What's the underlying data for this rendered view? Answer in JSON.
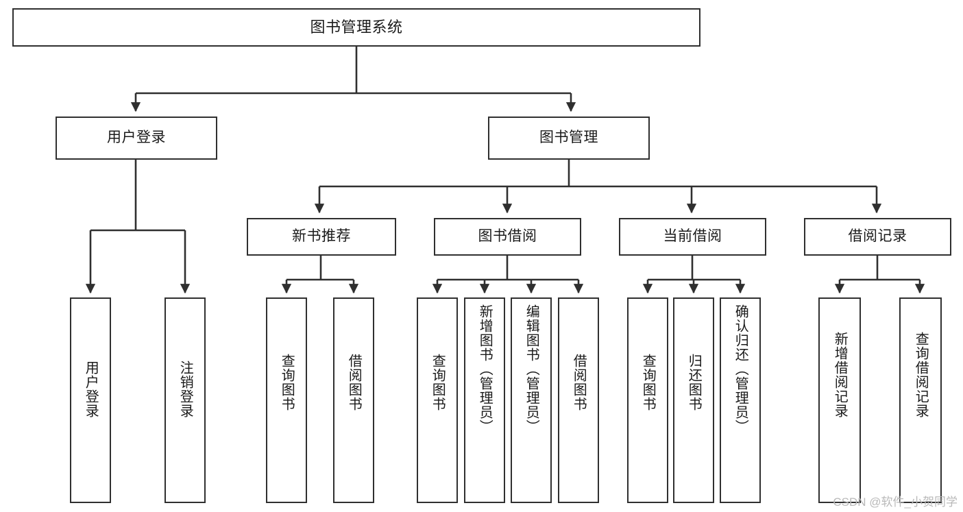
{
  "diagram": {
    "type": "tree-hierarchy",
    "title": "图书管理系统",
    "orientation": "top-down",
    "colors": {
      "stroke": "#2f2f2f",
      "fill": "#ffffff",
      "text": "#1a1a1a",
      "watermark": "#b9b9b9"
    },
    "levels": {
      "root": {
        "label": "图书管理系统"
      },
      "level2": [
        {
          "id": "user-login",
          "label": "用户登录"
        },
        {
          "id": "book-management",
          "label": "图书管理"
        }
      ],
      "level3": [
        {
          "id": "new-book-recommend",
          "label": "新书推荐",
          "parent": "book-management"
        },
        {
          "id": "book-borrow",
          "label": "图书借阅",
          "parent": "book-management"
        },
        {
          "id": "current-borrow",
          "label": "当前借阅",
          "parent": "book-management"
        },
        {
          "id": "borrow-record",
          "label": "借阅记录",
          "parent": "book-management"
        }
      ],
      "leaves": [
        {
          "id": "leaf-user-login",
          "label": "用户登录",
          "parent": "user-login"
        },
        {
          "id": "leaf-logout",
          "label": "注销登录",
          "parent": "user-login"
        },
        {
          "id": "leaf-query-book-1",
          "label": "查询图书",
          "parent": "new-book-recommend"
        },
        {
          "id": "leaf-borrow-book-1",
          "label": "借阅图书",
          "parent": "new-book-recommend"
        },
        {
          "id": "leaf-query-book-2",
          "label": "查询图书",
          "parent": "book-borrow"
        },
        {
          "id": "leaf-add-book",
          "label": "新增图书（管理员）",
          "parent": "book-borrow"
        },
        {
          "id": "leaf-edit-book",
          "label": "编辑图书（管理员）",
          "parent": "book-borrow"
        },
        {
          "id": "leaf-borrow-book-2",
          "label": "借阅图书",
          "parent": "book-borrow"
        },
        {
          "id": "leaf-query-book-3",
          "label": "查询图书",
          "parent": "current-borrow"
        },
        {
          "id": "leaf-return-book",
          "label": "归还图书",
          "parent": "current-borrow"
        },
        {
          "id": "leaf-confirm-return",
          "label": "确认归还（管理员）",
          "parent": "current-borrow"
        },
        {
          "id": "leaf-add-record",
          "label": "新增借阅记录",
          "parent": "borrow-record"
        },
        {
          "id": "leaf-query-record",
          "label": "查询借阅记录",
          "parent": "borrow-record"
        }
      ]
    }
  },
  "watermark": {
    "text": "CSDN @软件_小贺同学"
  }
}
